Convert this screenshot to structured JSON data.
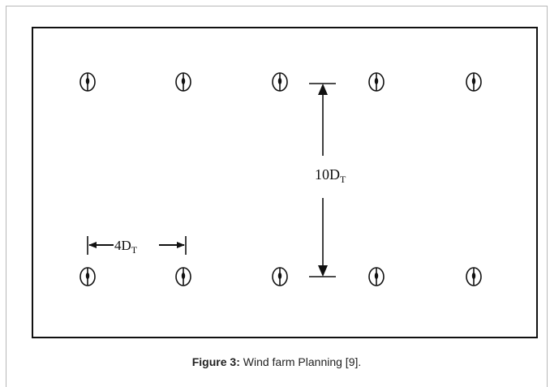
{
  "diagram": {
    "vertical_spacing": {
      "main": "10D",
      "subscript": "T"
    },
    "horizontal_spacing": {
      "main": "4D",
      "subscript": "T"
    },
    "turbine_rows": 2,
    "turbine_columns": 5,
    "turbine_icon": "wind-turbine-icon"
  },
  "caption": {
    "label": "Figure 3:",
    "text": "Wind farm Planning [9]."
  },
  "colors": {
    "line": "#111111",
    "frame": "#b8b8b8"
  }
}
